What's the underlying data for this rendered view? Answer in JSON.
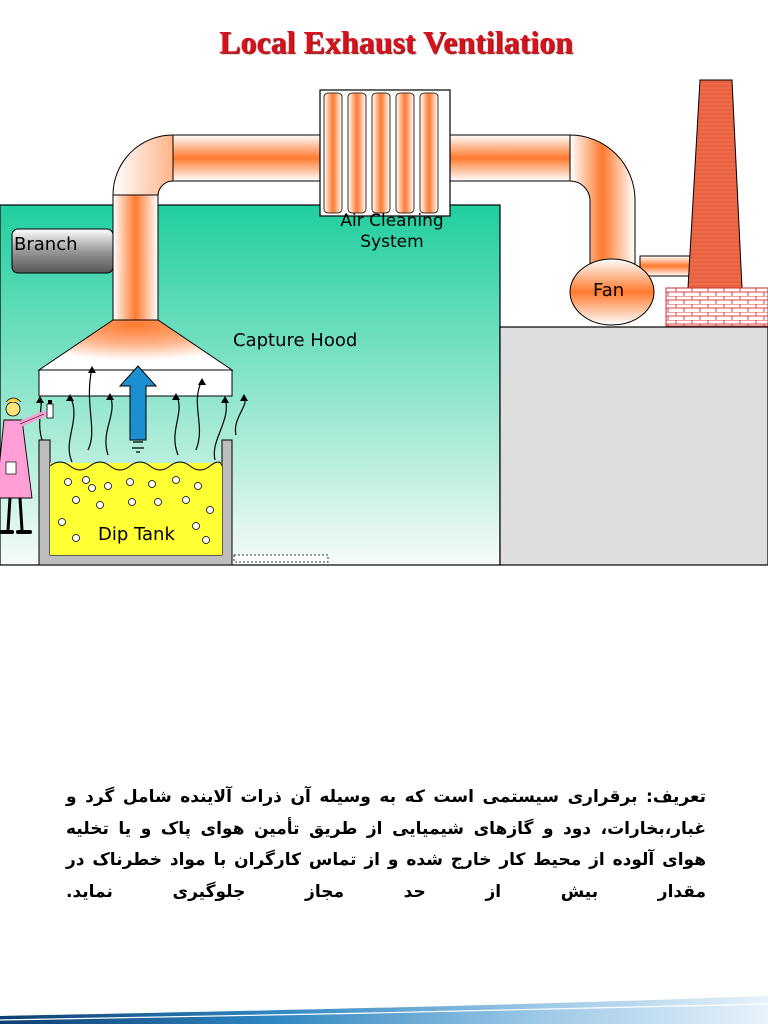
{
  "title": "Local Exhaust Ventilation",
  "labels": {
    "branch": "Branch",
    "air_cleaning_line1": "Air Cleaning",
    "air_cleaning_line2": "System",
    "fan": "Fan",
    "capture_hood": "Capture Hood",
    "dip_tank": "Dip Tank"
  },
  "definition": "تعریف: برقراری سیستمی است که به وسیله آن ذرات آلاینده شامل گرد و غبار،بخارات، دود و گازهای شیمیایی از طریق تأمین هوای پاک و یا تخلیه هوای آلوده از محیط کار خارج شده و از تماس کارگران با مواد خطرناک در مقدار بیش از حد مجاز جلوگیری نماید.",
  "colors": {
    "title": "#d9111c",
    "room_top": "#1fce9e",
    "room_bottom": "#ffffff",
    "duct_hot": "#ff7a2e",
    "stack": "#f06a47",
    "tank_liquid": "#ffff33",
    "arrow_blue": "#1b8fcf",
    "worker_coat": "#ff9fd6"
  },
  "icons": [
    "hood-air-arrow-icon",
    "bubble-icon",
    "brick-base-icon",
    "spray-can-icon"
  ]
}
